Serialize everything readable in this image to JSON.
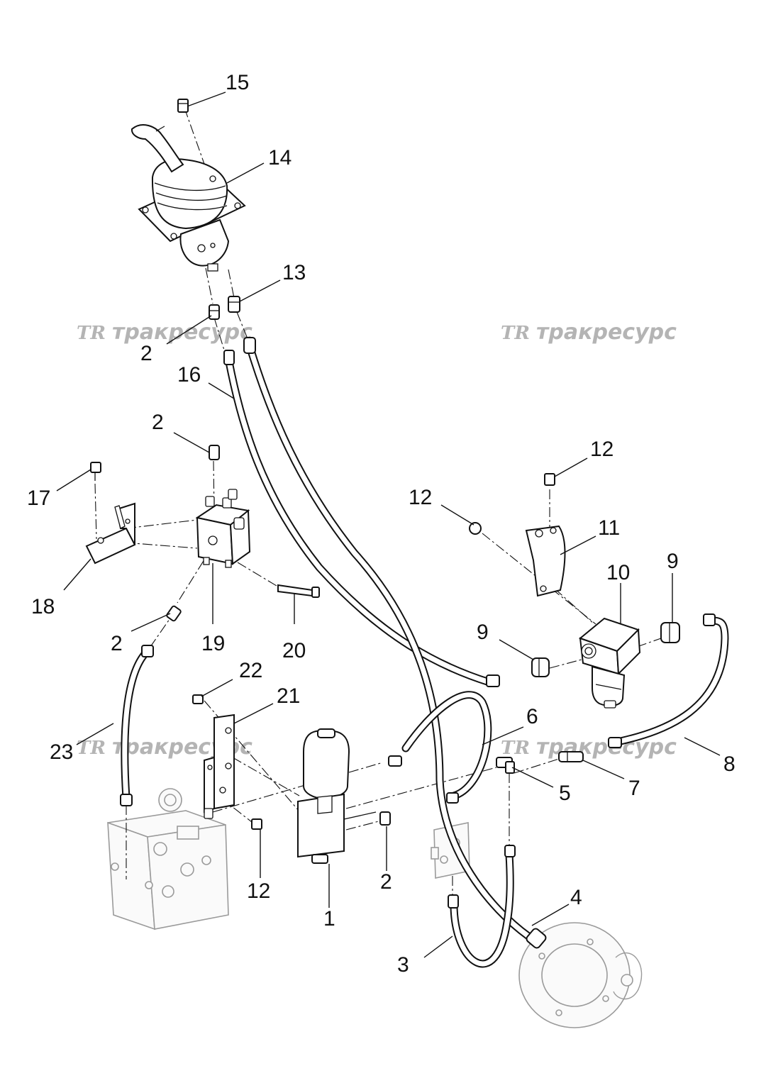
{
  "watermark": {
    "logo": "TR",
    "text": "тракресурс"
  },
  "callouts": {
    "c1": "1",
    "c2a": "2",
    "c2b": "2",
    "c2c": "2",
    "c2d": "2",
    "c3": "3",
    "c4": "4",
    "c5": "5",
    "c6": "6",
    "c7": "7",
    "c8": "8",
    "c9a": "9",
    "c9b": "9",
    "c10": "10",
    "c11": "11",
    "c12a": "12",
    "c12b": "12",
    "c12c": "12",
    "c13": "13",
    "c14": "14",
    "c15": "15",
    "c16": "16",
    "c17": "17",
    "c18": "18",
    "c19": "19",
    "c20": "20",
    "c21": "21",
    "c22": "22",
    "c23": "23"
  }
}
